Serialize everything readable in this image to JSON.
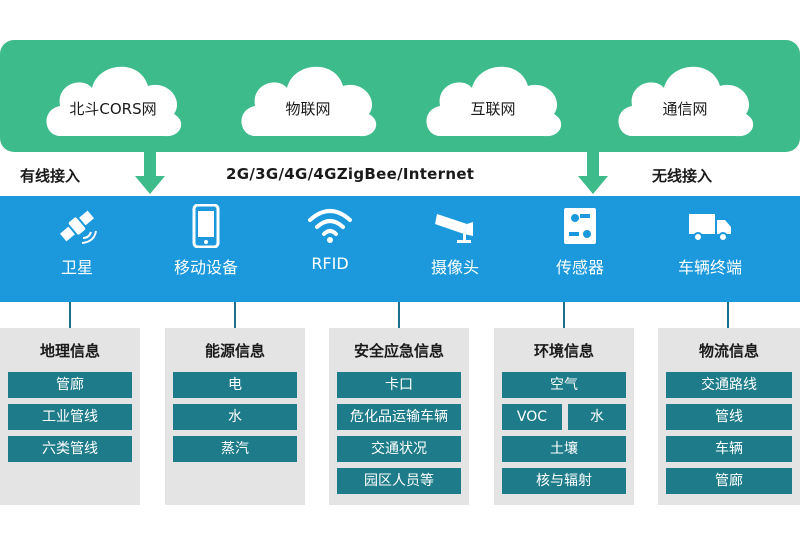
{
  "clouds": [
    "北斗CORS网",
    "物联网",
    "互联网",
    "通信网"
  ],
  "access": {
    "wired": "有线接入",
    "protocols": "2G/3G/4G/4GZigBee/Internet",
    "wireless": "无线接入"
  },
  "devices": [
    {
      "label": "卫星",
      "icon": "satellite-icon"
    },
    {
      "label": "移动设备",
      "icon": "mobile-phone-icon"
    },
    {
      "label": "RFID",
      "icon": "wifi-icon"
    },
    {
      "label": "摄像头",
      "icon": "camera-icon"
    },
    {
      "label": "传感器",
      "icon": "sensor-icon"
    },
    {
      "label": "车辆终端",
      "icon": "truck-icon"
    }
  ],
  "categories": [
    {
      "title": "地理信息",
      "items": [
        "管廊",
        "工业管线",
        "六类管线"
      ]
    },
    {
      "title": "能源信息",
      "items": [
        "电",
        "水",
        "蒸汽"
      ]
    },
    {
      "title": "安全应急信息",
      "items": [
        "卡口",
        "危化品运输车辆",
        "交通状况",
        "园区人员等"
      ]
    },
    {
      "title": "环境信息",
      "items": [
        "空气",
        "VOC",
        "水",
        "土壤",
        "核与辐射"
      ]
    },
    {
      "title": "物流信息",
      "items": [
        "交通路线",
        "管线",
        "车辆",
        "管廊"
      ]
    }
  ],
  "colors": {
    "green_band": "#3dbb8a",
    "blue_band": "#1b99dc",
    "tag": "#1e7c8a",
    "panel": "#e4e4e4"
  }
}
